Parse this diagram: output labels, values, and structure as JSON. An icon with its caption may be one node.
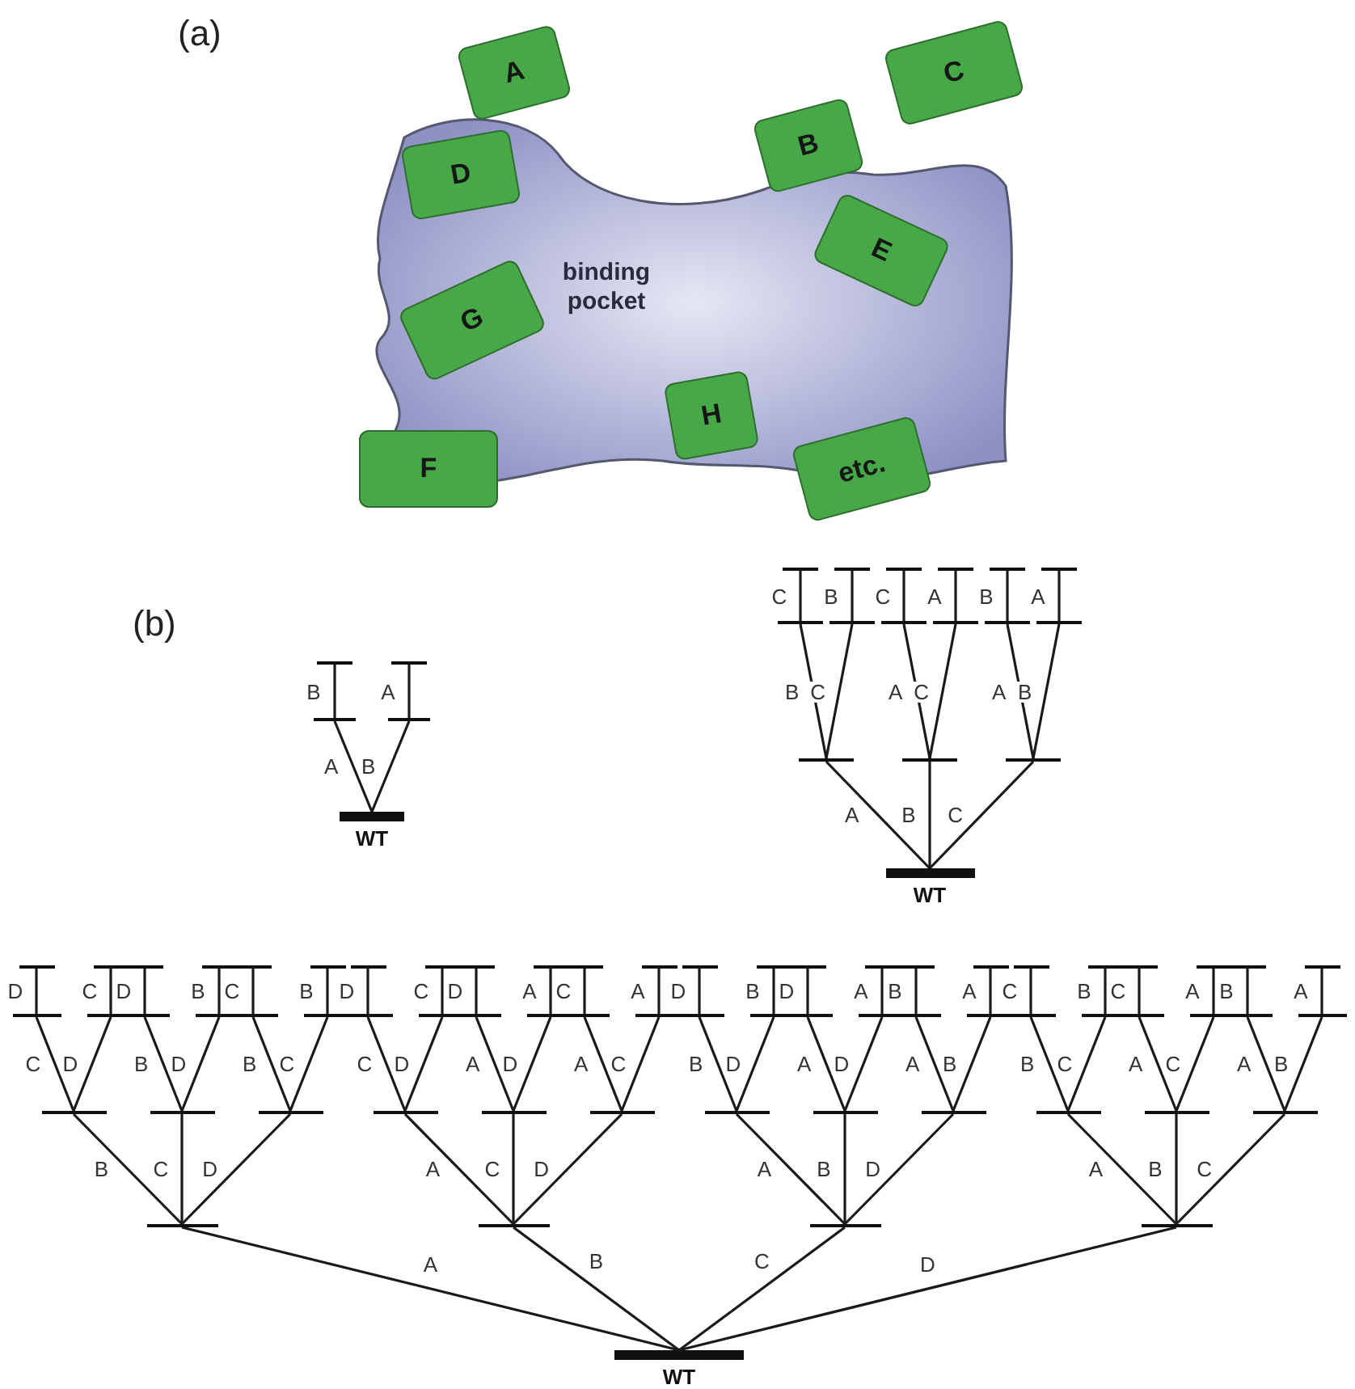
{
  "diagram": {
    "nodes": [
      {
        "text": [
          "binding pocket"
        ]
      },
      {
        "text": [
          "A"
        ]
      },
      {
        "text": [
          "B"
        ]
      },
      {
        "text": [
          "C"
        ]
      },
      {
        "text": [
          "D"
        ],
        "in": 0
      },
      {
        "text": [
          "E"
        ],
        "in": 0
      },
      {
        "text": [
          "G"
        ],
        "in": 0
      },
      {
        "text": [
          "H"
        ],
        "in": 0
      },
      {
        "text": [
          "F"
        ]
      },
      {
        "text": [
          "etc."
        ]
      },
      {
        "text": [],
        "shape": "bar",
        "beside": [
          "WT"
        ]
      },
      {
        "text": [],
        "shape": "bar"
      },
      {
        "text": [],
        "shape": "bar"
      },
      {
        "text": [],
        "shape": "bar"
      },
      {
        "text": [],
        "shape": "bar"
      },
      {
        "text": [],
        "shape": "bar",
        "beside": [
          "WT"
        ]
      },
      {
        "text": [],
        "shape": "bar"
      },
      {
        "text": [],
        "shape": "bar"
      },
      {
        "text": [],
        "shape": "bar"
      },
      {
        "text": [],
        "shape": "bar"
      },
      {
        "text": [],
        "shape": "bar"
      },
      {
        "text": [],
        "shape": "bar"
      },
      {
        "text": [],
        "shape": "bar"
      },
      {
        "text": [],
        "shape": "bar"
      },
      {
        "text": [],
        "shape": "bar"
      },
      {
        "text": [],
        "shape": "bar"
      },
      {
        "text": [],
        "shape": "bar"
      },
      {
        "text": [],
        "shape": "bar"
      },
      {
        "text": [],
        "shape": "bar"
      },
      {
        "text": [],
        "shape": "bar"
      },
      {
        "text": [],
        "shape": "bar"
      },
      {
        "text": [],
        "shape": "bar",
        "beside": [
          "WT"
        ]
      },
      {
        "text": [],
        "shape": "bar"
      },
      {
        "text": [],
        "shape": "bar"
      },
      {
        "text": [],
        "shape": "bar"
      },
      {
        "text": [],
        "shape": "bar"
      },
      {
        "text": [],
        "shape": "bar"
      },
      {
        "text": [],
        "shape": "bar"
      },
      {
        "text": [],
        "shape": "bar"
      },
      {
        "text": [],
        "shape": "bar"
      },
      {
        "text": [],
        "shape": "bar"
      },
      {
        "text": [],
        "shape": "bar"
      },
      {
        "text": [],
        "shape": "bar"
      },
      {
        "text": [],
        "shape": "bar"
      },
      {
        "text": [],
        "shape": "bar"
      },
      {
        "text": [],
        "shape": "bar"
      },
      {
        "text": [],
        "shape": "bar"
      },
      {
        "text": [],
        "shape": "bar"
      },
      {
        "text": [],
        "shape": "bar"
      },
      {
        "text": [],
        "shape": "bar"
      },
      {
        "text": [],
        "shape": "bar"
      },
      {
        "text": [],
        "shape": "bar"
      },
      {
        "text": [],
        "shape": "bar"
      },
      {
        "text": [],
        "shape": "bar"
      },
      {
        "text": [],
        "shape": "bar"
      },
      {
        "text": [],
        "shape": "bar"
      },
      {
        "text": [],
        "shape": "bar"
      },
      {
        "text": [],
        "shape": "bar"
      },
      {
        "text": [],
        "shape": "bar"
      },
      {
        "text": [],
        "shape": "bar"
      },
      {
        "text": [],
        "shape": "bar"
      },
      {
        "text": [],
        "shape": "bar"
      },
      {
        "text": [],
        "shape": "bar"
      },
      {
        "text": [],
        "shape": "bar"
      },
      {
        "text": [],
        "shape": "bar"
      },
      {
        "text": [],
        "shape": "bar"
      },
      {
        "text": [],
        "shape": "bar"
      },
      {
        "text": [],
        "shape": "bar"
      },
      {
        "text": [],
        "shape": "bar"
      },
      {
        "text": [],
        "shape": "bar"
      },
      {
        "text": [],
        "shape": "bar"
      },
      {
        "text": [],
        "shape": "bar"
      },
      {
        "text": [],
        "shape": "bar"
      },
      {
        "text": [],
        "shape": "bar"
      },
      {
        "text": [],
        "shape": "bar"
      },
      {
        "text": [],
        "shape": "bar"
      },
      {
        "text": [],
        "shape": "bar"
      },
      {
        "text": [],
        "shape": "bar"
      },
      {
        "text": [],
        "shape": "bar"
      },
      {
        "text": [],
        "shape": "bar"
      },
      {
        "text": [],
        "shape": "bar"
      },
      {
        "text": [],
        "shape": "bar"
      },
      {
        "text": [],
        "shape": "bar"
      },
      {
        "text": [],
        "shape": "bar"
      },
      {
        "text": [],
        "shape": "bar"
      },
      {
        "text": [],
        "shape": "bar"
      },
      {
        "text": [],
        "shape": "bar"
      },
      {
        "text": [],
        "shape": "bar"
      },
      {
        "text": [],
        "shape": "bar"
      },
      {
        "text": [],
        "shape": "bar"
      },
      {
        "text": [],
        "shape": "bar"
      },
      {
        "text": [],
        "shape": "bar"
      },
      {
        "text": [],
        "shape": "bar"
      },
      {
        "text": [],
        "shape": "bar"
      },
      {
        "text": [],
        "shape": "bar"
      },
      {
        "text": [],
        "shape": "bar"
      }
    ],
    "edges": [
      {
        "from": 10,
        "to": 11,
        "label": "A",
        "arrow": "none"
      },
      {
        "from": 10,
        "to": 12,
        "label": "B",
        "arrow": "none"
      },
      {
        "from": 11,
        "to": 13,
        "label": "B",
        "arrow": "none"
      },
      {
        "from": 12,
        "to": 14,
        "label": "A",
        "arrow": "none"
      },
      {
        "from": 15,
        "to": 16,
        "label": "A",
        "arrow": "none"
      },
      {
        "from": 15,
        "to": 17,
        "label": "B",
        "arrow": "none"
      },
      {
        "from": 15,
        "to": 18,
        "label": "C",
        "arrow": "none"
      },
      {
        "from": 16,
        "to": 19,
        "label": "B",
        "arrow": "none"
      },
      {
        "from": 16,
        "to": 20,
        "label": "C",
        "arrow": "none"
      },
      {
        "from": 17,
        "to": 21,
        "label": "A",
        "arrow": "none"
      },
      {
        "from": 17,
        "to": 22,
        "label": "C",
        "arrow": "none"
      },
      {
        "from": 18,
        "to": 23,
        "label": "A",
        "arrow": "none"
      },
      {
        "from": 18,
        "to": 24,
        "label": "B",
        "arrow": "none"
      },
      {
        "from": 19,
        "to": 25,
        "label": "C",
        "arrow": "none"
      },
      {
        "from": 20,
        "to": 26,
        "label": "B",
        "arrow": "none"
      },
      {
        "from": 21,
        "to": 27,
        "label": "C",
        "arrow": "none"
      },
      {
        "from": 22,
        "to": 28,
        "label": "A",
        "arrow": "none"
      },
      {
        "from": 23,
        "to": 29,
        "label": "B",
        "arrow": "none"
      },
      {
        "from": 24,
        "to": 30,
        "label": "A",
        "arrow": "none"
      },
      {
        "from": 31,
        "to": 32,
        "label": "A",
        "arrow": "none"
      },
      {
        "from": 31,
        "to": 33,
        "label": "B",
        "arrow": "none"
      },
      {
        "from": 31,
        "to": 34,
        "label": "C",
        "arrow": "none"
      },
      {
        "from": 31,
        "to": 35,
        "label": "D",
        "arrow": "none"
      },
      {
        "from": 32,
        "to": 36,
        "label": "B",
        "arrow": "none"
      },
      {
        "from": 32,
        "to": 37,
        "label": "C",
        "arrow": "none"
      },
      {
        "from": 32,
        "to": 38,
        "label": "D",
        "arrow": "none"
      },
      {
        "from": 33,
        "to": 39,
        "label": "A",
        "arrow": "none"
      },
      {
        "from": 33,
        "to": 40,
        "label": "C",
        "arrow": "none"
      },
      {
        "from": 33,
        "to": 41,
        "label": "D",
        "arrow": "none"
      },
      {
        "from": 34,
        "to": 42,
        "label": "A",
        "arrow": "none"
      },
      {
        "from": 34,
        "to": 43,
        "label": "B",
        "arrow": "none"
      },
      {
        "from": 34,
        "to": 44,
        "label": "D",
        "arrow": "none"
      },
      {
        "from": 35,
        "to": 45,
        "label": "A",
        "arrow": "none"
      },
      {
        "from": 35,
        "to": 46,
        "label": "B",
        "arrow": "none"
      },
      {
        "from": 35,
        "to": 47,
        "label": "C",
        "arrow": "none"
      },
      {
        "from": 36,
        "to": 48,
        "label": "C",
        "arrow": "none"
      },
      {
        "from": 36,
        "to": 49,
        "label": "D",
        "arrow": "none"
      },
      {
        "from": 37,
        "to": 50,
        "label": "B",
        "arrow": "none"
      },
      {
        "from": 37,
        "to": 51,
        "label": "D",
        "arrow": "none"
      },
      {
        "from": 38,
        "to": 52,
        "label": "B",
        "arrow": "none"
      },
      {
        "from": 38,
        "to": 53,
        "label": "C",
        "arrow": "none"
      },
      {
        "from": 39,
        "to": 54,
        "label": "C",
        "arrow": "none"
      },
      {
        "from": 39,
        "to": 55,
        "label": "D",
        "arrow": "none"
      },
      {
        "from": 40,
        "to": 56,
        "label": "A",
        "arrow": "none"
      },
      {
        "from": 40,
        "to": 57,
        "label": "D",
        "arrow": "none"
      },
      {
        "from": 41,
        "to": 58,
        "label": "A",
        "arrow": "none"
      },
      {
        "from": 41,
        "to": 59,
        "label": "C",
        "arrow": "none"
      },
      {
        "from": 42,
        "to": 60,
        "label": "B",
        "arrow": "none"
      },
      {
        "from": 42,
        "to": 61,
        "label": "D",
        "arrow": "none"
      },
      {
        "from": 43,
        "to": 62,
        "label": "A",
        "arrow": "none"
      },
      {
        "from": 43,
        "to": 63,
        "label": "D",
        "arrow": "none"
      },
      {
        "from": 44,
        "to": 64,
        "label": "A",
        "arrow": "none"
      },
      {
        "from": 44,
        "to": 65,
        "label": "B",
        "arrow": "none"
      },
      {
        "from": 45,
        "to": 66,
        "label": "B",
        "arrow": "none"
      },
      {
        "from": 45,
        "to": 67,
        "label": "C",
        "arrow": "none"
      },
      {
        "from": 46,
        "to": 68,
        "label": "A",
        "arrow": "none"
      },
      {
        "from": 46,
        "to": 69,
        "label": "C",
        "arrow": "none"
      },
      {
        "from": 47,
        "to": 70,
        "label": "A",
        "arrow": "none"
      },
      {
        "from": 47,
        "to": 71,
        "label": "B",
        "arrow": "none"
      },
      {
        "from": 48,
        "to": 72,
        "label": "D",
        "arrow": "none"
      },
      {
        "from": 49,
        "to": 73,
        "label": "C",
        "arrow": "none"
      },
      {
        "from": 50,
        "to": 74,
        "label": "D",
        "arrow": "none"
      },
      {
        "from": 51,
        "to": 75,
        "label": "B",
        "arrow": "none"
      },
      {
        "from": 52,
        "to": 76,
        "label": "C",
        "arrow": "none"
      },
      {
        "from": 53,
        "to": 77,
        "label": "B",
        "arrow": "none"
      },
      {
        "from": 54,
        "to": 78,
        "label": "D",
        "arrow": "none"
      },
      {
        "from": 55,
        "to": 79,
        "label": "C",
        "arrow": "none"
      },
      {
        "from": 56,
        "to": 80,
        "label": "D",
        "arrow": "none"
      },
      {
        "from": 57,
        "to": 81,
        "label": "A",
        "arrow": "none"
      },
      {
        "from": 58,
        "to": 82,
        "label": "C",
        "arrow": "none"
      },
      {
        "from": 59,
        "to": 83,
        "label": "A",
        "arrow": "none"
      },
      {
        "from": 60,
        "to": 84,
        "label": "D",
        "arrow": "none"
      },
      {
        "from": 61,
        "to": 85,
        "label": "B",
        "arrow": "none"
      },
      {
        "from": 62,
        "to": 86,
        "label": "D",
        "arrow": "none"
      },
      {
        "from": 63,
        "to": 87,
        "label": "A",
        "arrow": "none"
      },
      {
        "from": 64,
        "to": 88,
        "label": "B",
        "arrow": "none"
      },
      {
        "from": 65,
        "to": 89,
        "label": "A",
        "arrow": "none"
      },
      {
        "from": 66,
        "to": 90,
        "label": "C",
        "arrow": "none"
      },
      {
        "from": 67,
        "to": 91,
        "label": "B",
        "arrow": "none"
      },
      {
        "from": 68,
        "to": 92,
        "label": "C",
        "arrow": "none"
      },
      {
        "from": 69,
        "to": 93,
        "label": "A",
        "arrow": "none"
      },
      {
        "from": 70,
        "to": 94,
        "label": "B",
        "arrow": "none"
      },
      {
        "from": 71,
        "to": 95,
        "label": "A",
        "arrow": "none"
      }
    ],
    "labels": [
      "(a)",
      "(b)"
    ]
  }
}
